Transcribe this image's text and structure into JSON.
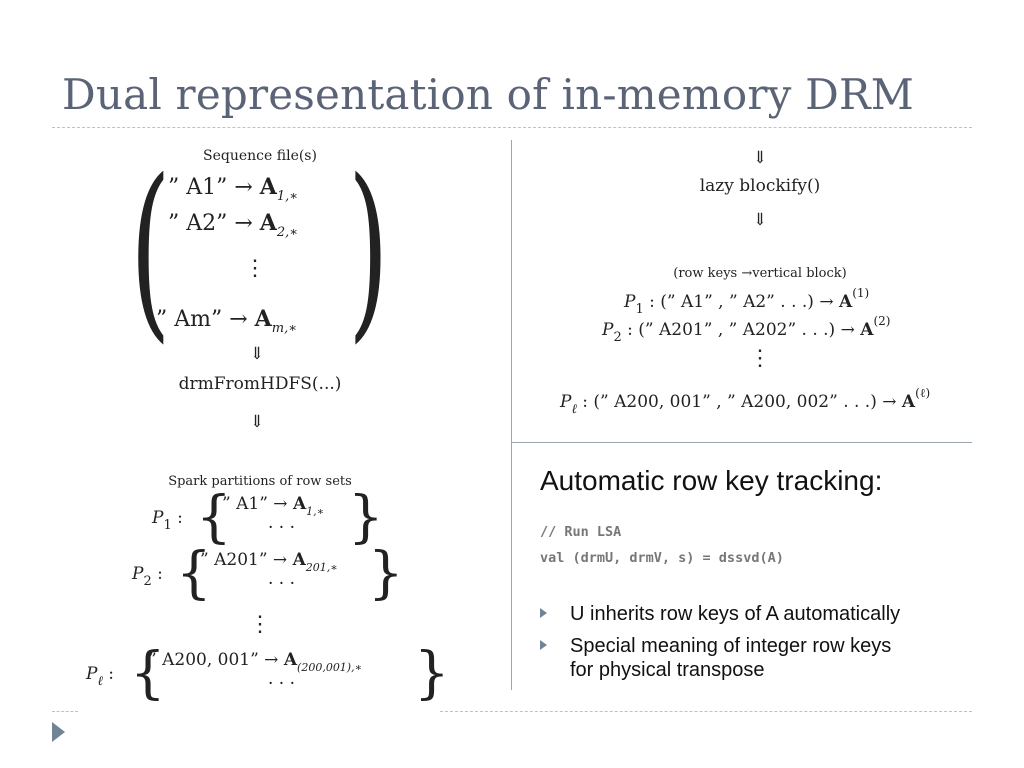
{
  "title": "Dual representation of in-memory DRM",
  "left": {
    "seq_label": "Sequence file(s)",
    "rows": [
      {
        "key": "” A1”",
        "mat": "A",
        "sub": "1,∗"
      },
      {
        "key": "” A2”",
        "mat": "A",
        "sub": "2,∗"
      },
      {
        "key": "” Am”",
        "mat": "A",
        "sub": "m,∗"
      }
    ],
    "vdots": "⋮",
    "down_arrow": "⇓",
    "drm_call": "drmFromHDFS(...)",
    "spark_label": "Spark partitions of row sets",
    "partitions": [
      {
        "p": "P",
        "psub": "1",
        "key": "” A1”",
        "mat": "A",
        "sub": "1,∗",
        "dots": "· · ·"
      },
      {
        "p": "P",
        "psub": "2",
        "key": "” A201”",
        "mat": "A",
        "sub": "201,∗",
        "dots": "· · ·"
      },
      {
        "p": "P",
        "psub": "ℓ",
        "key": "” A200, 001”",
        "mat": "A",
        "sub": "(200,001),∗",
        "dots": "· · ·"
      }
    ]
  },
  "right": {
    "down_arrow": "⇓",
    "blockify": "lazy blockify()",
    "block_label": "(row keys →vertical block)",
    "blocks": [
      {
        "p": "P",
        "psub": "1",
        "body": ": (” A1” , ” A2” . . .) →",
        "mat": "A",
        "sup": "(1)"
      },
      {
        "p": "P",
        "psub": "2",
        "body": ": (” A201” , ” A202” . . .) →",
        "mat": "A",
        "sup": "(2)"
      },
      {
        "p": "P",
        "psub": "ℓ",
        "body": ": (” A200, 001” , ” A200, 002” . . .) →",
        "mat": "A",
        "sup": "(ℓ)"
      }
    ],
    "vdots": "⋮",
    "heading": "Automatic row key tracking:",
    "code": [
      "// Run LSA",
      "val (drmU, drmV, s) = dssvd(A)"
    ],
    "bullets": [
      "U inherits row keys of A automatically",
      "Special meaning of integer row keys",
      "for physical transpose"
    ]
  }
}
